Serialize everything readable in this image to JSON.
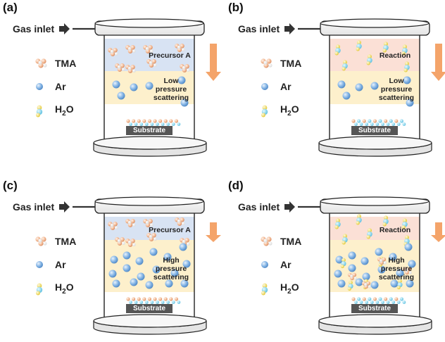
{
  "panels": [
    {
      "tag": "(a)",
      "gas_inlet": "Gas inlet",
      "top_label": "Precursor A",
      "mid_label": [
        "Low",
        "pressure",
        "scattering"
      ],
      "substrate": "Substrate",
      "top_color": "#d8e3f3",
      "mode": "low",
      "species": "TMA"
    },
    {
      "tag": "(b)",
      "gas_inlet": "Gas inlet",
      "top_label": "Reaction",
      "mid_label": [
        "Low",
        "pressure",
        "scattering"
      ],
      "substrate": "Substrate",
      "top_color": "#fbe0d6",
      "mode": "low",
      "species": "H2O"
    },
    {
      "tag": "(c)",
      "gas_inlet": "Gas inlet",
      "top_label": "Precursor A",
      "mid_label": [
        "High",
        "pressure",
        "scattering"
      ],
      "substrate": "Substrate",
      "top_color": "#d8e3f3",
      "mode": "high",
      "species": "TMA"
    },
    {
      "tag": "(d)",
      "gas_inlet": "Gas inlet",
      "top_label": "Reaction",
      "mid_label": [
        "High",
        "pressure",
        "scattering"
      ],
      "substrate": "Substrate",
      "top_color": "#fbe0d6",
      "mode": "high",
      "species": "H2O"
    }
  ],
  "legend": {
    "tma": "TMA",
    "ar": "Ar",
    "h2o_main": "H",
    "h2o_sub": "2",
    "h2o_tail": "O"
  },
  "colors": {
    "middle_zone": "#fdf0cc",
    "arrow": "#f4a46a",
    "substrate": "#555555",
    "ar": "#6fa6dc",
    "tma": "#f0b48e",
    "h2o_yellow": "#f2dd5a"
  }
}
